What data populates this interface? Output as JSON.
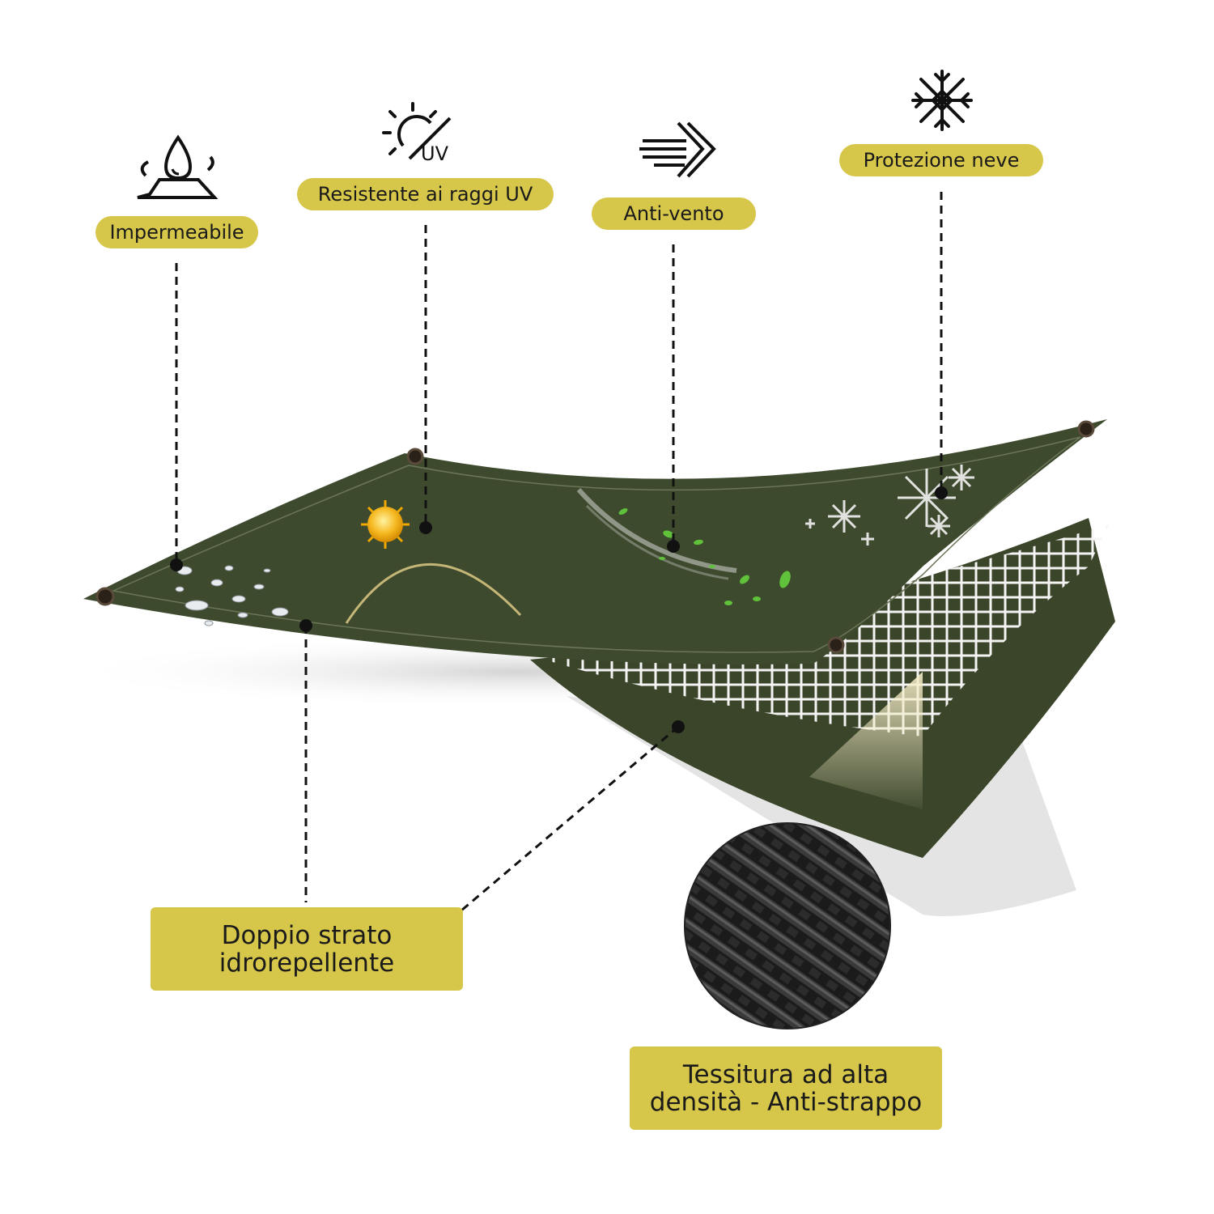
{
  "labels": {
    "waterproof": "Impermeabile",
    "uv": "Resistente ai raggi UV",
    "wind": "Anti-vento",
    "snow": "Protezione neve",
    "double_layer_line1": "Doppio strato",
    "double_layer_line2": "idrorepellente",
    "weave_line1": "Tessitura ad alta",
    "weave_line2": "densità - Anti-strappo"
  },
  "icons": {
    "waterproof": "water-drop-icon",
    "uv": "sun-uv-icon",
    "uv_text": "UV",
    "wind": "wind-icon",
    "snow": "snowflake-icon"
  },
  "colors": {
    "tarp": "#3e4a2e",
    "tarp_dark": "#384229",
    "label_bg": "#d6c74a",
    "text": "#1a1a1a",
    "mesh": "#ffffff",
    "leaf": "#5fc23a"
  }
}
